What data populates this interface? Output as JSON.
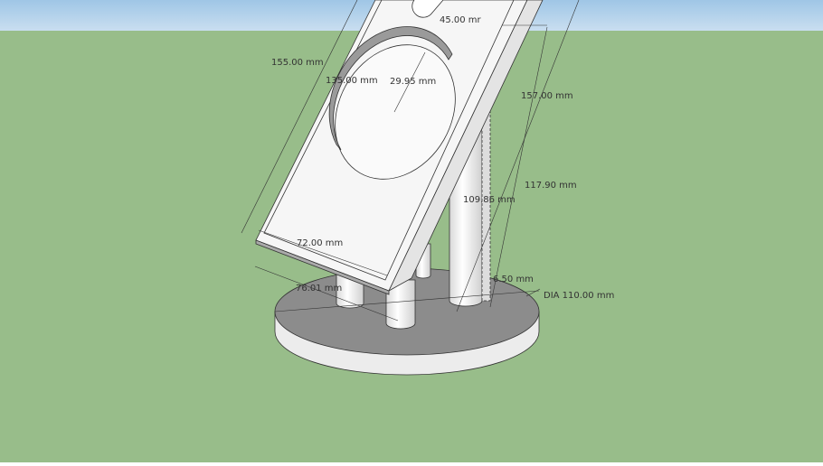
{
  "colors": {
    "sky_top": "#9fc6e6",
    "sky_bottom": "#c9def0",
    "ground": "#98bd8a",
    "model_face": "#f4f4f4",
    "base_top": "#8c8c8c",
    "edge": "#333333"
  },
  "dimensions": [
    {
      "id": "width-top",
      "label": "45.00 mr"
    },
    {
      "id": "length-outer",
      "label": "155.00 mm"
    },
    {
      "id": "length-inner",
      "label": "135.00 mm"
    },
    {
      "id": "circle-dia",
      "label": "29.95 mm"
    },
    {
      "id": "height-total",
      "label": "157.00 mm"
    },
    {
      "id": "column-height",
      "label": "109.86 mm"
    },
    {
      "id": "column-height-2",
      "label": "117.90 mm"
    },
    {
      "id": "inner-width",
      "label": "72.00 mm"
    },
    {
      "id": "outer-width",
      "label": "76.01 mm"
    },
    {
      "id": "base-thickness",
      "label": "6.50 mm"
    },
    {
      "id": "base-dia",
      "label": "DIA 110.00 mm"
    }
  ]
}
